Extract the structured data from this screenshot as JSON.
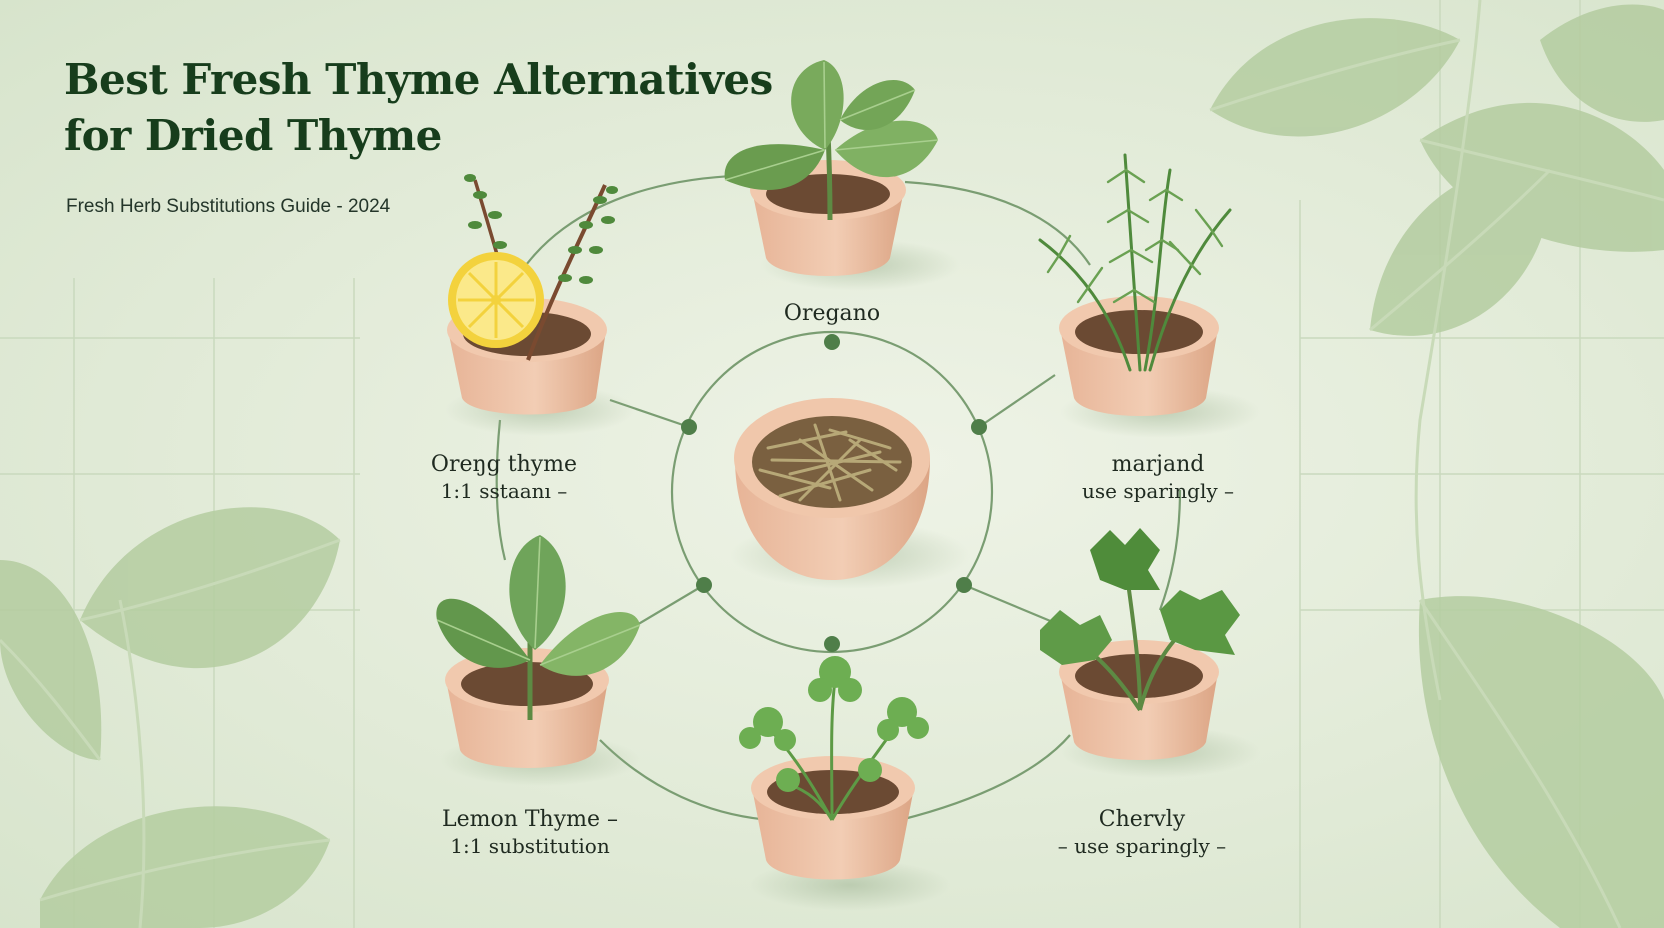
{
  "title": {
    "line1": "Best Fresh Thyme Alternatives",
    "line2": "for Dried Thyme"
  },
  "subtitle": "Fresh Herb Substitutions Guide - 2024",
  "center": {
    "name": "dried-thyme-bowl",
    "icon": "dried-herb-bowl-icon"
  },
  "herbs": [
    {
      "id": "oregano",
      "name": "Oregano",
      "note": "",
      "icon": "oregano-pot-icon"
    },
    {
      "id": "orange-thyme",
      "name": "Oreŋg thyme",
      "note": "1:1 sstaanı –",
      "icon": "thyme-lemon-pot-icon"
    },
    {
      "id": "marjoram",
      "name": "marjand",
      "note": "use sparingly –",
      "icon": "rosemary-pot-icon"
    },
    {
      "id": "lemon-thyme",
      "name": "Lemon Thyme –",
      "note": "1:1 substitution",
      "icon": "basil-pot-icon"
    },
    {
      "id": "chervil",
      "name": "Chervly",
      "note": "– use sparingly –",
      "icon": "parsley-pot-icon"
    },
    {
      "id": "cilantro",
      "name": "",
      "note": "",
      "icon": "cilantro-pot-icon"
    }
  ],
  "colors": {
    "background": "#e3ecd9",
    "title": "#173d1c",
    "connector": "#6e9466",
    "node": "#4f7e49",
    "pot": "#e8b99a",
    "leaf": "#6fa45a",
    "decor_leaf": "#b0c99c"
  }
}
